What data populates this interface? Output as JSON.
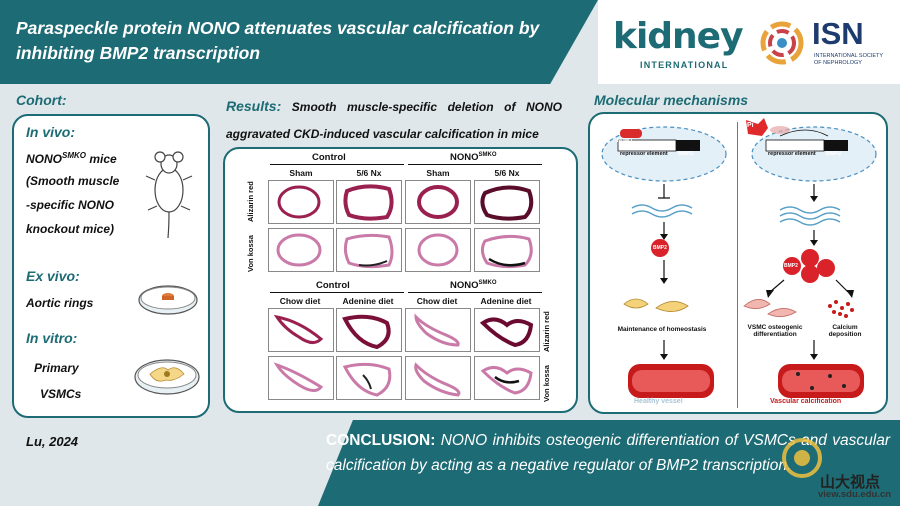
{
  "header": {
    "title": "Paraspeckle protein NONO attenuates vascular calcification by inhibiting BMP2 transcription"
  },
  "logos": {
    "journal_name": "kidney",
    "journal_sub": "INTERNATIONAL",
    "society_name": "ISN",
    "society_sub_line1": "INTERNATIONAL SOCIETY",
    "society_sub_line2": "OF NEPHROLOGY"
  },
  "cohort": {
    "title": "Cohort:",
    "in_vivo": {
      "heading": "In vivo:",
      "model_prefix": "NONO",
      "model_sup": "SMKO",
      "model_suffix": " mice",
      "desc_line1": "(Smooth muscle",
      "desc_line2": "-specific NONO",
      "desc_line3": "knockout mice)"
    },
    "ex_vivo": {
      "heading": "Ex vivo:",
      "item": "Aortic rings"
    },
    "in_vitro": {
      "heading": "In vitro:",
      "item_line1": "Primary",
      "item_line2": "VSMCs"
    }
  },
  "results": {
    "label": "Results:",
    "title": "Smooth muscle-specific deletion of NONO aggravated CKD-induced vascular calcification in mice",
    "top": {
      "groups": [
        "Control",
        "NONO"
      ],
      "group_sup": "SMKO",
      "columns": [
        "Sham",
        "5/6 Nx",
        "Sham",
        "5/6 Nx"
      ]
    },
    "bottom": {
      "groups": [
        "Control",
        "NONO"
      ],
      "group_sup": "SMKO",
      "columns": [
        "Chow diet",
        "Adenine diet",
        "Chow diet",
        "Adenine diet"
      ]
    },
    "rows": [
      "Alizarin red",
      "Von kossa"
    ]
  },
  "mechanisms": {
    "title": "Molecular mechanisms",
    "left": {
      "protein": "NONO",
      "element": "repressor element",
      "gene": "BMP2",
      "product": "BMP2",
      "outcome": "Maintenance of homeostasis",
      "vessel": "Healthy vessel"
    },
    "right": {
      "stimulus": "Pi",
      "element": "repressor element",
      "gene": "BMP2",
      "product": "BMP2",
      "outcome1_line1": "VSMC osteogenic",
      "outcome1_line2": "differentiation",
      "outcome2_line1": "Calcium",
      "outcome2_line2": "deposition",
      "vessel": "Vascular calcification"
    }
  },
  "footer": {
    "author": "Lu, 2024",
    "conclusion_label": "CONCLUSION:",
    "conclusion_text": "NONO inhibits osteogenic differentiation of VSMCs and vascular calcification by acting as a negative regulator of BMP2 transcription.",
    "watermark_text": "山大视点",
    "watermark_url": "view.sdu.edu.cn"
  },
  "colors": {
    "teal": "#1d6b74",
    "stain_red": "#9a2050",
    "stain_pink": "#c97aa8"
  }
}
